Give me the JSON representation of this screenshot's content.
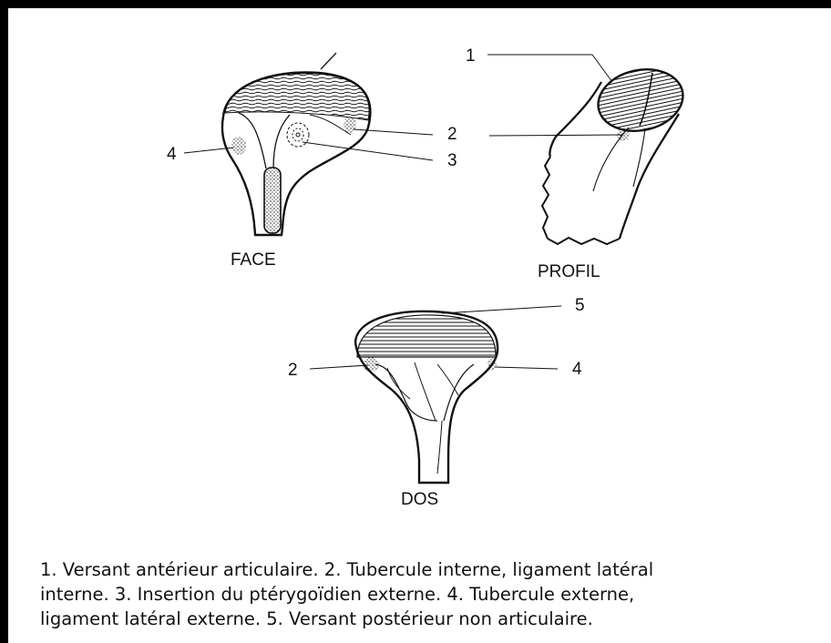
{
  "views": {
    "face": "FACE",
    "profil": "PROFIL",
    "dos": "DOS"
  },
  "markers": {
    "m1": "1",
    "m2": "2",
    "m3": "3",
    "m4": "4",
    "m5": "5"
  },
  "caption": {
    "line1": "1. Versant antérieur articulaire. 2. Tubercule interne, ligament latéral",
    "line2": "interne. 3. Insertion du ptérygoïdien externe. 4. Tubercule externe,",
    "line3": "ligament latéral externe. 5. Versant postérieur non articulaire."
  }
}
